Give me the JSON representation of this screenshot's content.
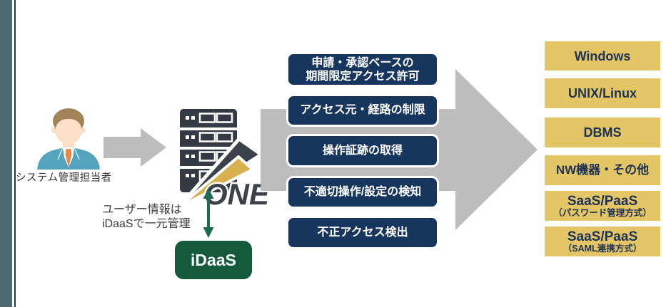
{
  "actor": {
    "label": "システム管理担当者"
  },
  "product": {
    "logo_text": "ONE",
    "logo_gold": "#d6b14e",
    "logo_dark": "#3c4249",
    "server_color": "#333a44"
  },
  "idaas": {
    "label": "iDaaS",
    "note_line1": "ユーザー情報は",
    "note_line2": "iDaaSで一元管理",
    "box_color": "#155a3c",
    "arrow_color": "#1e6b4f"
  },
  "flow": {
    "arrow_color": "#bdbdbd"
  },
  "features": {
    "box_color": "#17365d",
    "text_color": "#ffffff",
    "items": [
      {
        "lines": [
          "申請・承認ベースの",
          "期間限定アクセス許可"
        ]
      },
      {
        "lines": [
          "アクセス元・経路の制限"
        ]
      },
      {
        "lines": [
          "操作証跡の取得"
        ]
      },
      {
        "lines": [
          "不適切操作/設定の検知"
        ]
      },
      {
        "lines": [
          "不正アクセス検出"
        ]
      }
    ]
  },
  "targets": {
    "box_color": "#e3c565",
    "text_color": "#1e3254",
    "items": [
      {
        "title": "Windows"
      },
      {
        "title": "UNIX/Linux"
      },
      {
        "title": "DBMS"
      },
      {
        "title": "NW機器・その他"
      },
      {
        "title": "SaaS/PaaS",
        "subtitle": "（パスワード管理方式）"
      },
      {
        "title": "SaaS/PaaS",
        "subtitle": "（SAML連携方式）"
      }
    ]
  },
  "decor": {
    "left_rail_color": "#4d6971"
  }
}
